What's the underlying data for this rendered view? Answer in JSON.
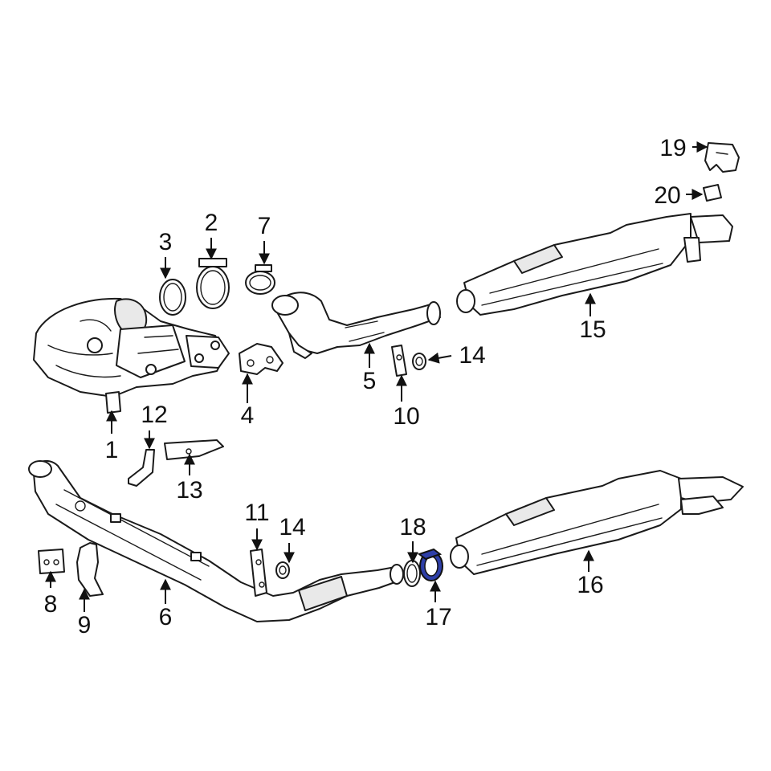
{
  "callouts": {
    "c1": "1",
    "c2": "2",
    "c3": "3",
    "c4": "4",
    "c5": "5",
    "c6": "6",
    "c7": "7",
    "c8": "8",
    "c9": "9",
    "c10": "10",
    "c11": "11",
    "c12": "12",
    "c13": "13",
    "c14a": "14",
    "c14b": "14",
    "c15": "15",
    "c16": "16",
    "c17": "17",
    "c18": "18",
    "c19": "19",
    "c20": "20"
  },
  "colors": {
    "highlight": "#2e3fa8",
    "line": "#1a1a1a",
    "background": "#ffffff"
  }
}
